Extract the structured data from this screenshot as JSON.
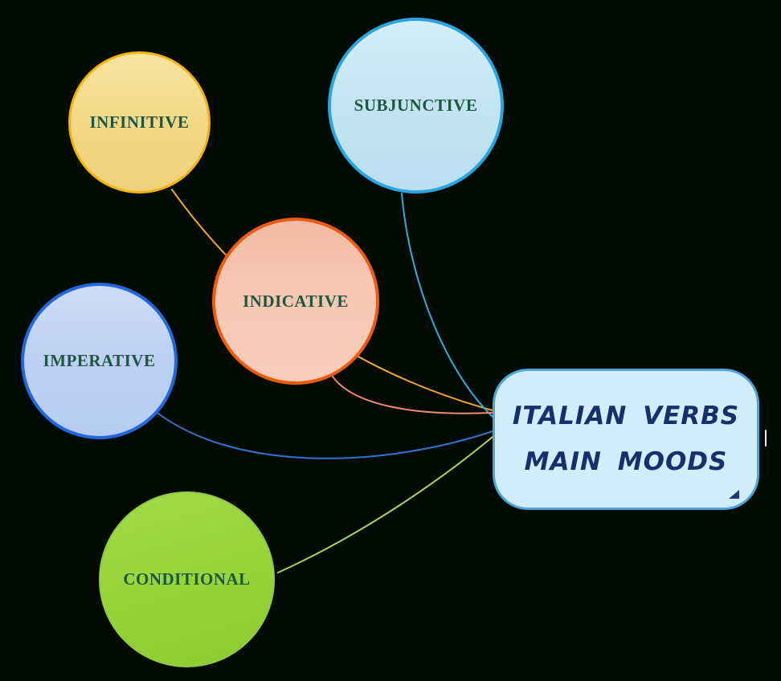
{
  "main": {
    "line1": "ITALIAN VERBS",
    "line2": "MAIN MOODS",
    "fill": "#D2ECFB",
    "border": "#4BA4DA",
    "text_color": "#15306C"
  },
  "nodes": [
    {
      "id": "infinitive",
      "label": "INFINITIVE",
      "fill": "#F4D988",
      "border": "#F2B40A",
      "connector": "#F0A928"
    },
    {
      "id": "subjunctive",
      "label": "SUBJUNCTIVE",
      "fill": "#C2E4F2",
      "border": "#29A6E0",
      "connector": "#35A9DC"
    },
    {
      "id": "indicative",
      "label": "INDICATIVE",
      "fill": "#F6C8B2",
      "border": "#EF5A11",
      "connector": "#F28C6C"
    },
    {
      "id": "imperative",
      "label": "IMPERATIVE",
      "fill": "#BDD0F3",
      "border": "#2268DC",
      "connector": "#3173CC"
    },
    {
      "id": "conditional",
      "label": "CONDITIONAL",
      "fill": "#95D438",
      "border": "#92C84A",
      "connector": "#A8D95F"
    }
  ],
  "colors": {
    "background": "#020B02",
    "node_label_text": "#1D5741",
    "collapse_triangle": "#1B3B77",
    "edge_tick": "#E8E8E8"
  }
}
